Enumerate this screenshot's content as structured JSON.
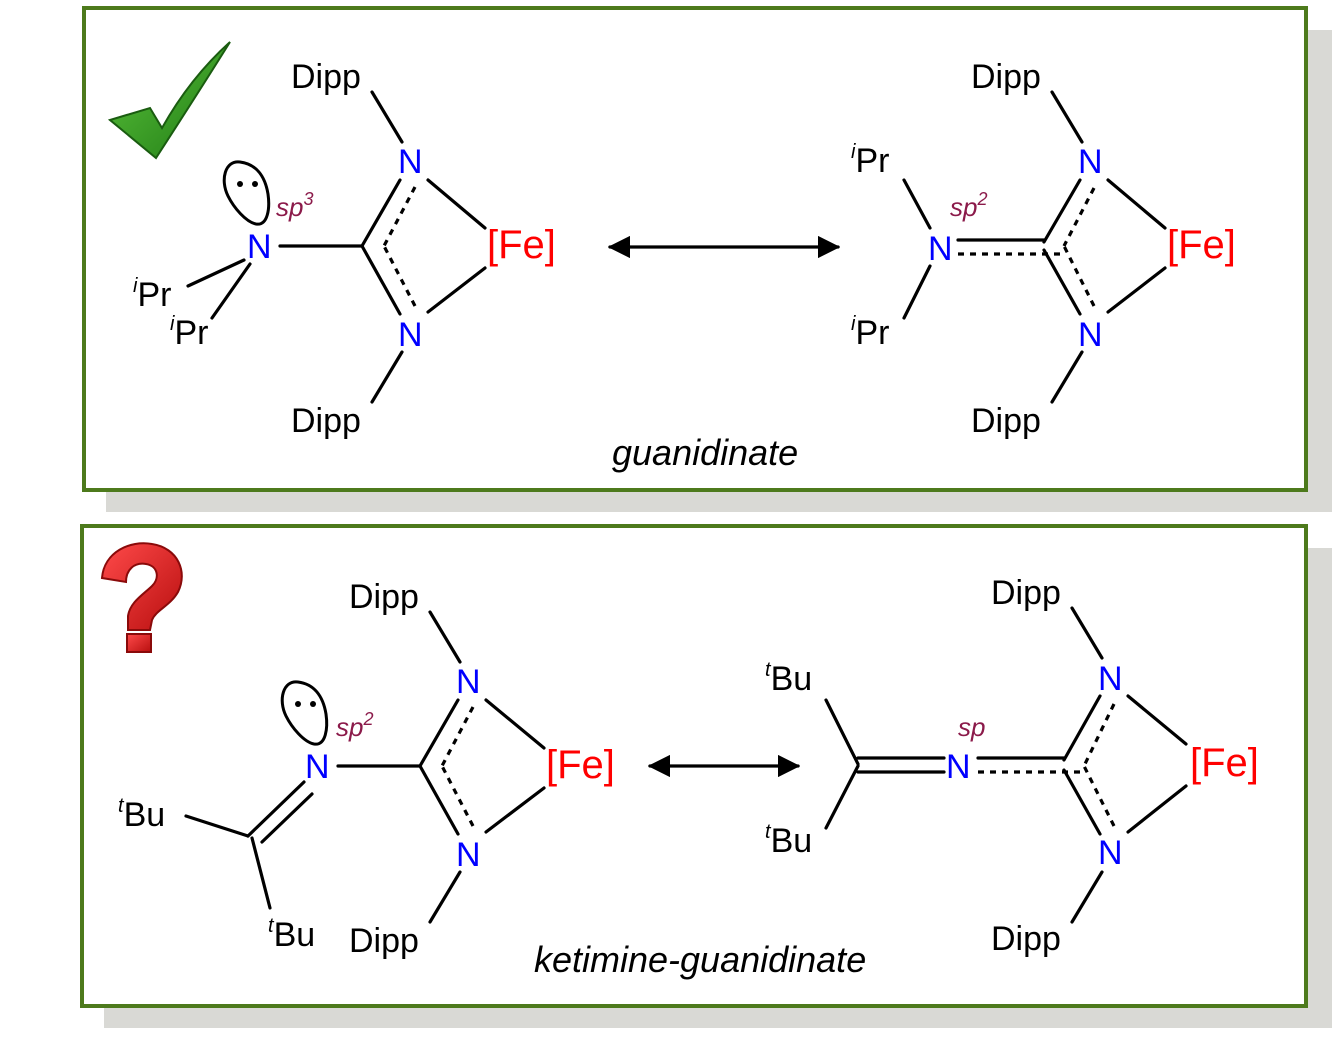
{
  "colors": {
    "panel_border": "#4d7a1c",
    "shadow": "#d9d9d5",
    "nitrogen": "#0000ff",
    "iron": "#ff0000",
    "hybridization": "#8b1a4a",
    "checkmark": "#3aa12a",
    "question_mark": "#e02020"
  },
  "icons": {
    "top": "checkmark-icon",
    "bottom": "question-mark-icon"
  },
  "labels": {
    "dipp": "Dipp",
    "n": "N",
    "fe": "[Fe]",
    "pr": "Pr",
    "bu": "Bu",
    "i_sup": "i",
    "t_sup": "t",
    "sp": "sp",
    "two": "2",
    "three": "3"
  },
  "panel_top": {
    "caption": "guanidinate"
  },
  "panel_bottom": {
    "caption": "ketimine-guanidinate"
  }
}
